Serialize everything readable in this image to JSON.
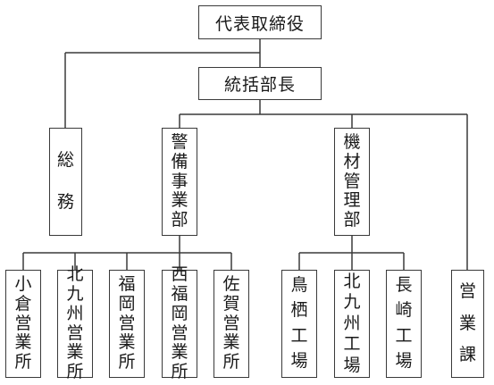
{
  "nodes": {
    "ceo": "代表取締役",
    "gm": "統括部長",
    "general_affairs": "総務",
    "security": "警備事業部",
    "equipment": "機材管理部",
    "sales_section": "営業課",
    "kokura": "小倉営業所",
    "kitakyushu_office": "北九州営業所",
    "fukuoka": "福岡営業所",
    "nishi_fukuoka": "西福岡営業所",
    "saga": "佐賀営業所",
    "tosu": "鳥栖工場",
    "kitakyushu_factory": "北九州工場",
    "nagasaki": "長崎工場"
  }
}
